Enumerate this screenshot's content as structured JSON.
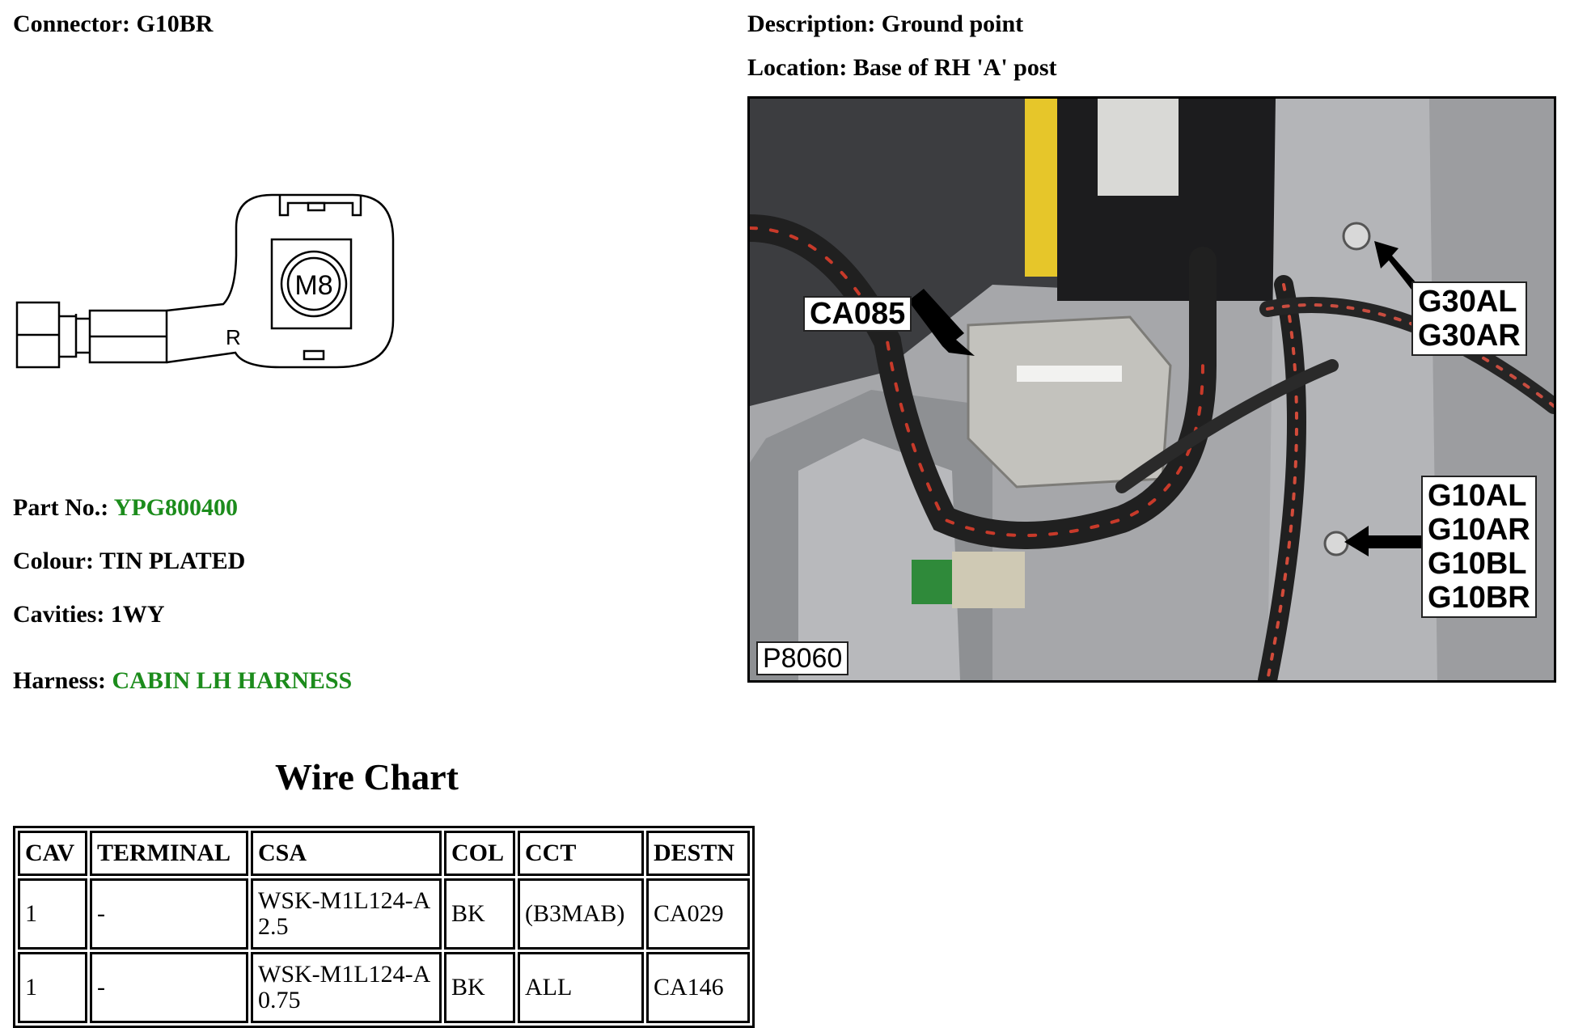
{
  "header": {
    "connector": "Connector: G10BR",
    "description": "Description: Ground point",
    "location": "Location: Base of RH 'A' post"
  },
  "details": {
    "part_label": "Part No.:",
    "part_value": "YPG800400",
    "colour_label": "Colour:",
    "colour_value": "TIN PLATED",
    "cavities_label": "Cavities:",
    "cavities_value": "1WY",
    "harness_label": "Harness:",
    "harness_value": "CABIN LH HARNESS"
  },
  "drawing": {
    "stud_label": "M8",
    "side_marker": "R"
  },
  "photo": {
    "ref": "P8060",
    "callout_ca085": "CA085",
    "callout_g30": [
      "G30AL",
      "G30AR"
    ],
    "callout_g10": [
      "G10AL",
      "G10AR",
      "G10BL",
      "G10BR"
    ]
  },
  "wire_chart": {
    "title": "Wire Chart",
    "columns": [
      "CAV",
      "TERMINAL",
      "CSA",
      "COL",
      "CCT",
      "DESTN"
    ],
    "rows": [
      [
        "1",
        "-",
        "WSK-M1L124-A 2.5",
        "BK",
        "(B3MAB)",
        "CA029"
      ],
      [
        "1",
        "-",
        "WSK-M1L124-A 0.75",
        "BK",
        "ALL",
        "CA146"
      ]
    ]
  },
  "colors": {
    "link_green": "#1c8c1c",
    "photo_bg": "#a9aaad"
  }
}
